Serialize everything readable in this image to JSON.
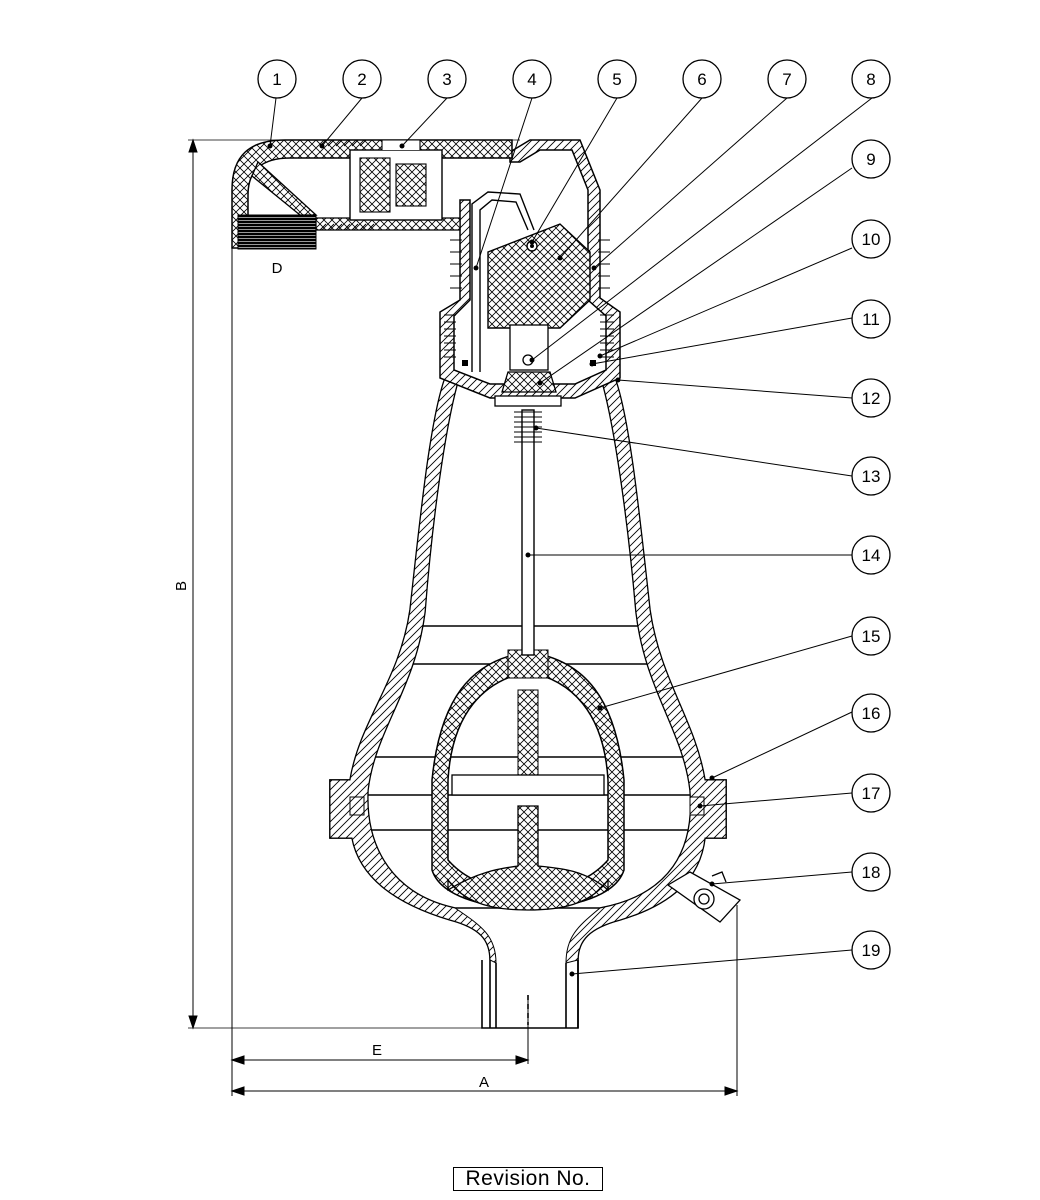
{
  "callouts": [
    "1",
    "2",
    "3",
    "4",
    "5",
    "6",
    "7",
    "8",
    "9",
    "10",
    "11",
    "12",
    "13",
    "14",
    "15",
    "16",
    "17",
    "18",
    "19"
  ],
  "dimensions": {
    "a": "A",
    "b": "B",
    "d": "D",
    "e": "E"
  },
  "revision_label": "Revision No."
}
